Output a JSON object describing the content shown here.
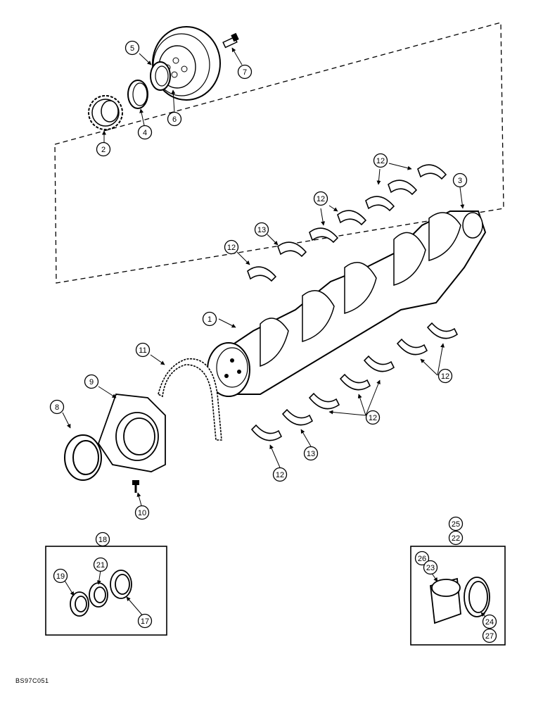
{
  "figure_code": "BS97C051",
  "callouts": {
    "c1": "1",
    "c2": "2",
    "c3": "3",
    "c4": "4",
    "c5": "5",
    "c6": "6",
    "c7": "7",
    "c8": "8",
    "c9": "9",
    "c10": "10",
    "c11": "11",
    "c12a": "12",
    "c12b": "12",
    "c12c": "12",
    "c12d": "12",
    "c12e": "12",
    "c12f": "12",
    "c13a": "13",
    "c13b": "13",
    "c17": "17",
    "c18": "18",
    "c19": "19",
    "c21": "21",
    "c22": "22",
    "c23": "23",
    "c24": "24",
    "c25": "25",
    "c26": "26",
    "c27": "27"
  }
}
